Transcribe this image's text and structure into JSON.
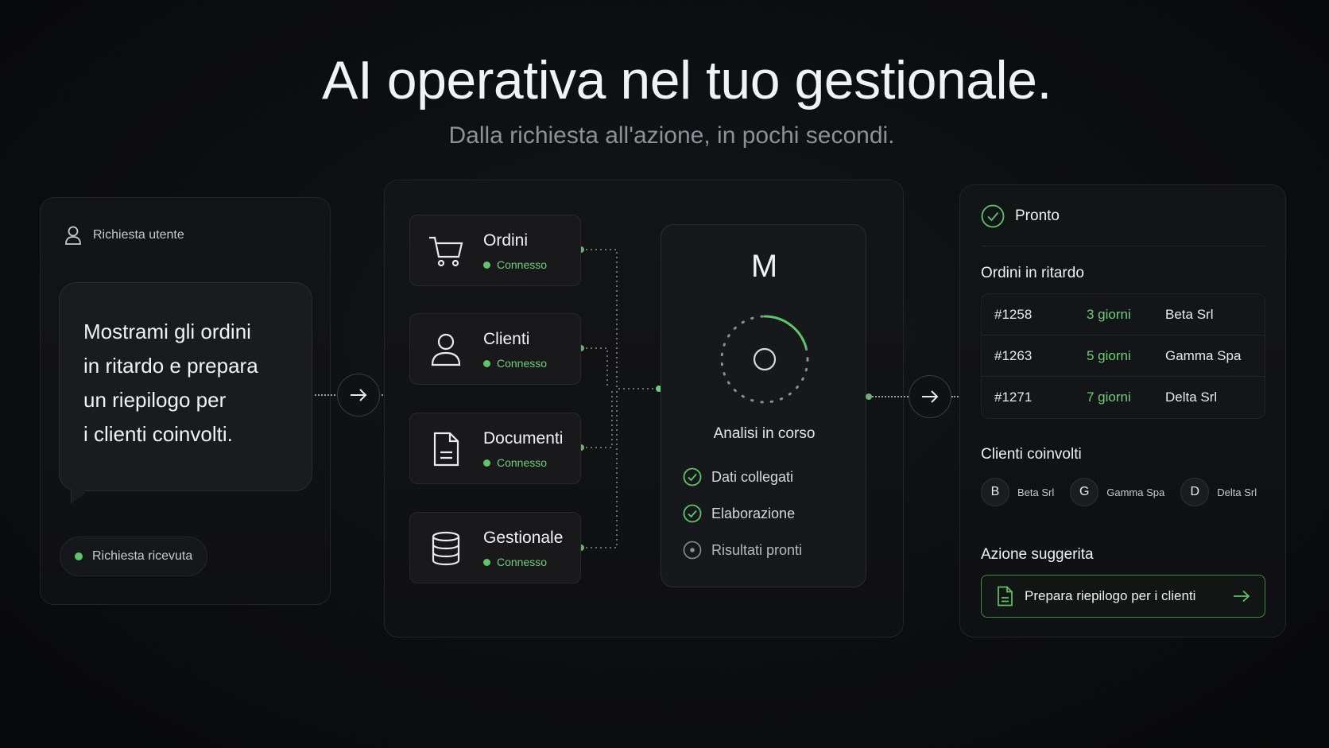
{
  "header": {
    "title": "AI operativa nel tuo gestionale.",
    "subtitle": "Dalla richiesta all'azione, in pochi secondi."
  },
  "request_panel": {
    "heading": "Richiesta utente",
    "message": [
      "Mostrami gli ordini",
      "in ritardo e prepara",
      "un riepilogo per",
      "i clienti coinvolti."
    ],
    "status_pill": "Richiesta ricevuta"
  },
  "sources": [
    {
      "name": "Ordini",
      "status": "Connesso",
      "icon": "cart-icon"
    },
    {
      "name": "Clienti",
      "status": "Connesso",
      "icon": "user-icon"
    },
    {
      "name": "Documenti",
      "status": "Connesso",
      "icon": "document-icon"
    },
    {
      "name": "Gestionale",
      "status": "Connesso",
      "icon": "database-icon"
    }
  ],
  "engine": {
    "logo": "M",
    "status": "Analisi in corso",
    "steps": [
      {
        "label": "Dati collegati",
        "done": true
      },
      {
        "label": "Elaborazione",
        "done": true
      },
      {
        "label": "Risultati pronti",
        "done": false
      }
    ]
  },
  "result_panel": {
    "ready_label": "Pronto",
    "orders_title": "Ordini in ritardo",
    "orders": [
      {
        "id": "#1258",
        "delay": "3 giorni",
        "client": "Beta Srl"
      },
      {
        "id": "#1263",
        "delay": "5 giorni",
        "client": "Gamma Spa"
      },
      {
        "id": "#1271",
        "delay": "7 giorni",
        "client": "Delta Srl"
      }
    ],
    "clients_title": "Clienti coinvolti",
    "clients": [
      {
        "initial": "B",
        "name": "Beta Srl"
      },
      {
        "initial": "G",
        "name": "Gamma Spa"
      },
      {
        "initial": "D",
        "name": "Delta Srl"
      }
    ],
    "action_title": "Azione suggerita",
    "action_label": "Prepara riepilogo per i clienti"
  },
  "colors": {
    "accent": "#5fc46a",
    "background": "#0c0d0f",
    "panel": "#131416"
  }
}
